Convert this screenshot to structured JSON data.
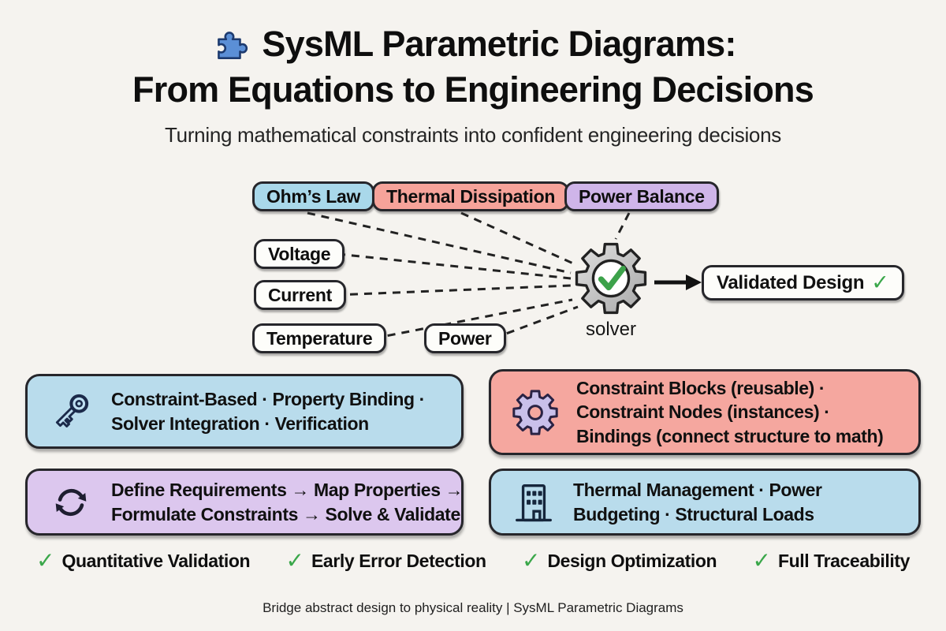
{
  "header": {
    "icon": "puzzle-icon",
    "icon_color": "#5b8fd6",
    "title_line1": "SysML Parametric Diagrams:",
    "title_line2": "From Equations to Engineering Decisions",
    "subtitle": "Turning mathematical constraints into confident engineering decisions"
  },
  "diagram": {
    "constraint_blocks": [
      {
        "label": "Ohm’s Law",
        "color": "#a9d8ea"
      },
      {
        "label": "Thermal Dissipation",
        "color": "#f6a39a"
      },
      {
        "label": "Power Balance",
        "color": "#cfb5e9"
      }
    ],
    "properties": [
      {
        "label": "Voltage"
      },
      {
        "label": "Current"
      },
      {
        "label": "Temperature"
      },
      {
        "label": "Power"
      }
    ],
    "solver": {
      "icon": "solver-gear-icon",
      "label": "solver",
      "check_color": "#3ca24a"
    },
    "result": {
      "label": "Validated Design",
      "check": "✓",
      "check_color": "#3aa74a"
    }
  },
  "panels": [
    {
      "icon": "key-icon",
      "bg": "#b9dcec",
      "lines": [
        "Constraint-Based · Property Binding ·",
        "Solver Integration · Verification"
      ]
    },
    {
      "icon": "gear-icon",
      "bg": "#f5a79f",
      "lines": [
        "Constraint Blocks (reusable) ·",
        "Constraint Nodes (instances) ·",
        "Bindings (connect structure to math)"
      ]
    },
    {
      "icon": "cycle-icon",
      "bg": "#dcc7ee",
      "lines": [
        "Define Requirements → Map Properties →",
        "Formulate Constraints → Solve & Validate"
      ]
    },
    {
      "icon": "building-icon",
      "bg": "#b9dcec",
      "lines": [
        "Thermal Management · Power",
        "Budgeting · Structural Loads"
      ]
    }
  ],
  "benefits": [
    {
      "check": "✓",
      "label": "Quantitative Validation"
    },
    {
      "check": "✓",
      "label": "Early Error Detection"
    },
    {
      "check": "✓",
      "label": "Design Optimization"
    },
    {
      "check": "✓",
      "label": "Full Traceability"
    }
  ],
  "footer": {
    "text": "Bridge abstract design to physical reality | SysML Parametric Diagrams"
  },
  "colors": {
    "background": "#f5f3ef",
    "border": "#26262b",
    "check_green": "#3aa74a",
    "panel_blue": "#b9dcec",
    "panel_red": "#f5a79f",
    "panel_purple": "#dcc7ee"
  }
}
